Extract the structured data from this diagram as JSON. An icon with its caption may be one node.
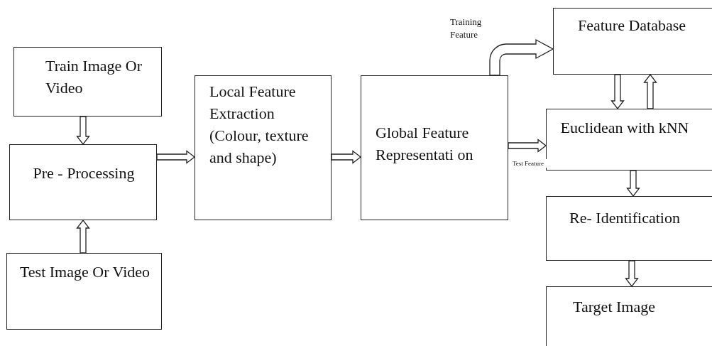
{
  "diagram": {
    "nodes": [
      {
        "text": [
          "Train Image Or Video"
        ]
      },
      {
        "text": [
          "Pre - Processing"
        ]
      },
      {
        "text": [
          "Test Image Or Video"
        ]
      },
      {
        "text": [
          "Local Feature Extraction (Colour, texture and shape)"
        ]
      },
      {
        "text": [
          "Global Feature Representati on"
        ]
      },
      {
        "text": [
          "Feature Database"
        ]
      },
      {
        "text": [
          "Euclidean with kNN"
        ]
      },
      {
        "text": [
          "Re- Identification"
        ]
      },
      {
        "text": [
          "Target Image"
        ]
      }
    ],
    "edges": [
      {
        "from": 0,
        "to": 1,
        "arrow": "to"
      },
      {
        "from": 2,
        "to": 1,
        "arrow": "to"
      },
      {
        "from": 1,
        "to": 3,
        "arrow": "to"
      },
      {
        "from": 3,
        "to": 4,
        "arrow": "to"
      },
      {
        "from": 4,
        "to": 5,
        "arrow": "to",
        "label": "Training Feature"
      },
      {
        "from": 4,
        "to": 6,
        "arrow": "to",
        "label": "Test Feature"
      },
      {
        "from": 5,
        "to": 6,
        "arrow": "to"
      },
      {
        "from": 6,
        "to": 5,
        "arrow": "to"
      },
      {
        "from": 6,
        "to": 7,
        "arrow": "to"
      },
      {
        "from": 7,
        "to": 8,
        "arrow": "to"
      }
    ]
  }
}
